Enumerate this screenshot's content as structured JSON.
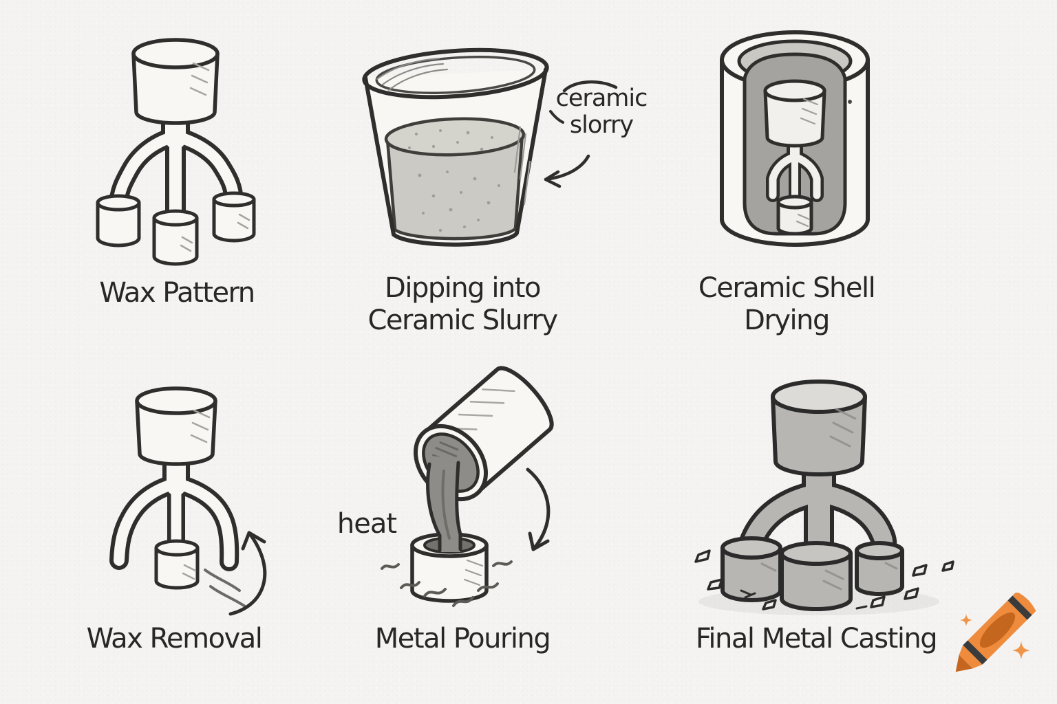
{
  "diagram_subject": "investment casting process sketch",
  "colors": {
    "paper": "#f4f3f1",
    "ink": "#2f2e2c",
    "slurry_gray": "#cbcac4",
    "shell_interior_gray": "#a4a39f",
    "molten_metal_gray": "#8d8c89",
    "cast_metal_gray": "#b7b6b2",
    "crayon_orange": "#ee8b3d",
    "crayon_dark_orange": "#c4661d",
    "crayon_stripe_black": "#3b3b3b",
    "sparkle_orange": "#f0944a"
  },
  "steps": {
    "wax_pattern": {
      "label": "Wax Pattern"
    },
    "dipping": {
      "label_line1": "Dipping into",
      "label_line2": "Ceramic Slurry",
      "annotation_line1": "ceramic",
      "annotation_line2": "slorry"
    },
    "shell_drying": {
      "label_line1": "Ceramic Shell",
      "label_line2": "Drying"
    },
    "wax_removal": {
      "label": "Wax Removal"
    },
    "metal_pouring": {
      "label": "Metal Pouring",
      "annotation": "heat"
    },
    "final_casting": {
      "label": "Final Metal Casting"
    }
  },
  "watermark": {
    "icon": "crayon-icon"
  }
}
